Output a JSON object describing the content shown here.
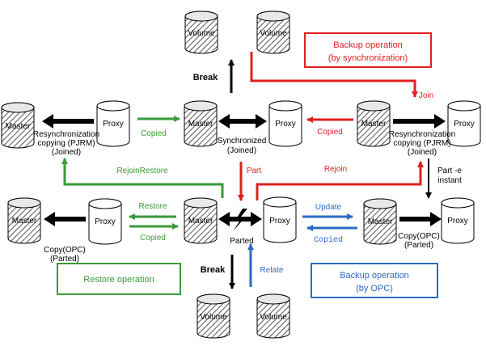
{
  "colors": {
    "red": "#e02020",
    "green": "#3a9a3a",
    "blue": "#2a6cc4",
    "black": "#000000"
  },
  "cylinders": {
    "volume_top_left": "Volume",
    "volume_top_right": "Volume",
    "volume_bottom_left": "Volume",
    "volume_bottom_right": "Volume",
    "master_left_top": "Master",
    "proxy_left_top": "Proxy",
    "master_center_top": "Master",
    "proxy_center_top": "Proxy",
    "master_right_top": "Master",
    "proxy_right_top": "Proxy",
    "master_left_bottom": "Master",
    "proxy_left_bottom": "Proxy",
    "master_center_bottom": "Master",
    "proxy_center_bottom": "Proxy",
    "master_right_bottom": "Master",
    "proxy_right_bottom": "Proxy"
  },
  "boxes": {
    "backup_sync_line1": "Backup operation",
    "backup_sync_line2": "(by synchronization)",
    "restore_operation": "Restore operation",
    "backup_opc_line1": "Backup operation",
    "backup_opc_line2": "(by OPC)"
  },
  "labels": {
    "break_top": "Break",
    "join": "Join",
    "copied_top_left": "Copied",
    "copied_top_center": "Copied",
    "resync_left_1": "Resynchronization",
    "resync_left_2": "copying (PJRM)",
    "resync_left_3": "(Joined)",
    "synchronized_1": "Synchronized",
    "synchronized_2": "(Joined)",
    "resync_right_1": "Resynchronization",
    "resync_right_2": "copying (PJRM)",
    "resync_right_3": "(Joined)",
    "rejoin_restore": "RejoinRestore",
    "part": "Part",
    "rejoin": "Rejoin",
    "part_instant_1": "Part -e",
    "part_instant_2": "instant",
    "restore": "Restore",
    "copied_bottom_left": "Copied",
    "update": "Update",
    "copied_bottom_right": "Copied",
    "copy_opc_left_1": "Copy(OPC)",
    "copy_opc_left_2": "(Parted)",
    "parted": "Parted",
    "copy_opc_right_1": "Copy(OPC)",
    "copy_opc_right_2": "(Parted)",
    "break_bottom": "Break",
    "relate": "Relate"
  }
}
